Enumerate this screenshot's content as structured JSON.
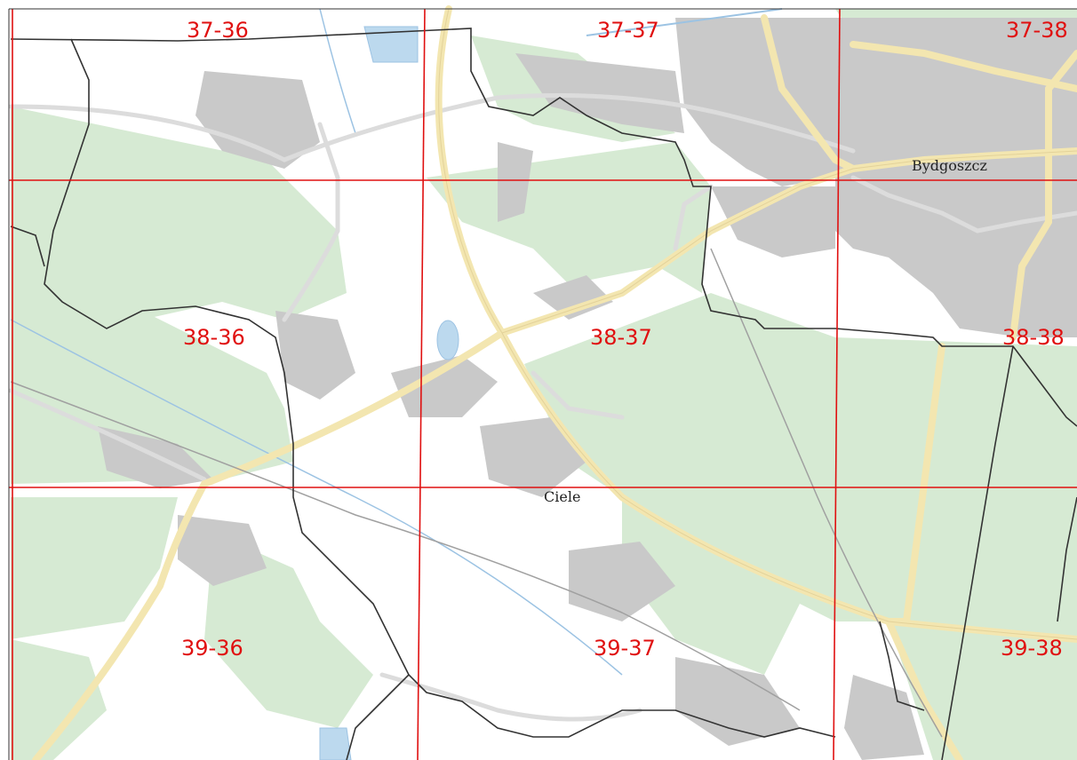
{
  "map": {
    "colors": {
      "background": "#ffffff",
      "forest": "#d6ead3",
      "urban": "#c9c9c9",
      "road_major": "#f3e6b0",
      "road_minor": "#dcdcdc",
      "water": "#bcd9ee",
      "grid_line": "#e01010",
      "boundary": "#333333"
    },
    "grid_labels": {
      "r37_c36": "37-36",
      "r37_c37": "37-37",
      "r37_c38": "37-38",
      "r38_c36": "38-36",
      "r38_c37": "38-37",
      "r38_c38": "38-38",
      "r39_c36": "39-36",
      "r39_c37": "39-37",
      "r39_c38": "39-38"
    },
    "places": {
      "bydgoszcz": "Bydgoszcz",
      "ciele": "Ciele"
    }
  }
}
